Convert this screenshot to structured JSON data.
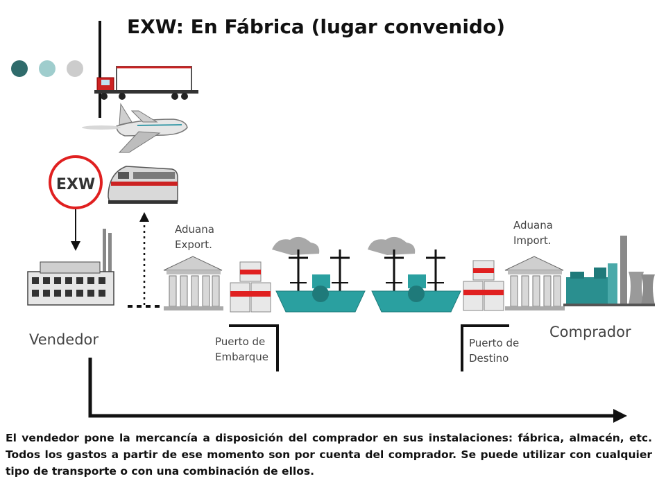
{
  "title": "EXW: En Fábrica (lugar convenido)",
  "incoterm_badge": "EXW",
  "nodes": {
    "seller": "Vendedor",
    "buyer": "Comprador",
    "export_customs": [
      "Aduana",
      "Export."
    ],
    "import_customs": [
      "Aduana",
      "Import."
    ],
    "port_of_loading": [
      "Puerto de",
      "Embarque"
    ],
    "port_of_destination": [
      "Puerto de",
      "Destino"
    ]
  },
  "transport_modes": [
    "truck-icon",
    "airplane-icon",
    "train-icon",
    "ship-icon"
  ],
  "description": "El vendedor pone la mercancía a disposición del comprador en sus instalaciones: fábrica, almacén, etc. Todos los gastos a partir de ese momento son por cuenta del comprador. Se puede utilizar con cualquier tipo de transporte o con una combinación de ellos.",
  "colors": {
    "dot_dark": "#2f6b6b",
    "dot_teal": "#9fcdcd",
    "dot_gray": "#cccccc",
    "badge_ring": "#e02020",
    "ship_hull": "#2aa0a0",
    "box_stripe": "#e02020"
  }
}
